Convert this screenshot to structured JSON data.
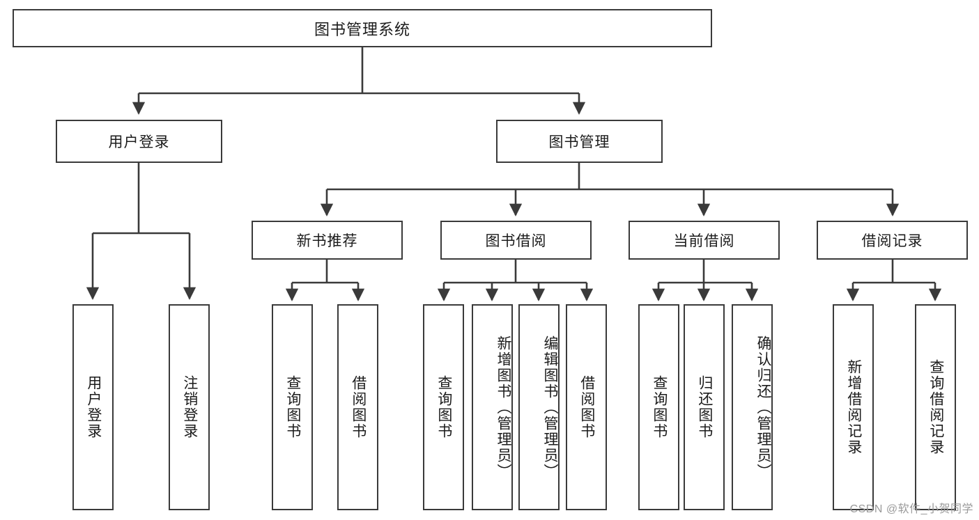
{
  "diagram": {
    "title": "图书管理系统",
    "watermark": "CSDN @软件_小贺同学",
    "colors": {
      "stroke": "#3a3a3a",
      "fill": "#ffffff",
      "text": "#1b1b1b",
      "watermark": "#9a9a9a"
    },
    "root": {
      "label": "图书管理系统"
    },
    "level2": [
      {
        "label": "用户登录"
      },
      {
        "label": "图书管理"
      }
    ],
    "level3": [
      {
        "label": "新书推荐"
      },
      {
        "label": "图书借阅"
      },
      {
        "label": "当前借阅"
      },
      {
        "label": "借阅记录"
      }
    ],
    "leaves": [
      {
        "label": "用户登录",
        "parent": "用户登录"
      },
      {
        "label": "注销登录",
        "parent": "用户登录"
      },
      {
        "label": "查询图书",
        "parent": "新书推荐"
      },
      {
        "label": "借阅图书",
        "parent": "新书推荐"
      },
      {
        "label": "查询图书",
        "parent": "图书借阅"
      },
      {
        "label": "新增图书（管理员）",
        "parent": "图书借阅"
      },
      {
        "label": "编辑图书（管理员）",
        "parent": "图书借阅"
      },
      {
        "label": "借阅图书",
        "parent": "图书借阅"
      },
      {
        "label": "查询图书",
        "parent": "当前借阅"
      },
      {
        "label": "归还图书",
        "parent": "当前借阅"
      },
      {
        "label": "确认归还（管理员）",
        "parent": "当前借阅"
      },
      {
        "label": "新增借阅记录",
        "parent": "借阅记录"
      },
      {
        "label": "查询借阅记录",
        "parent": "借阅记录"
      }
    ]
  }
}
